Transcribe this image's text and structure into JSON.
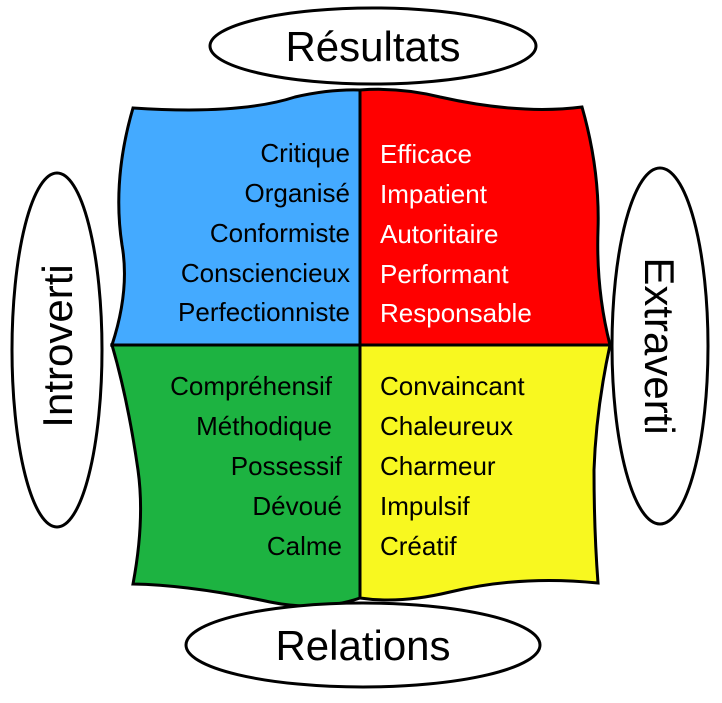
{
  "axes": {
    "top": "Résultats",
    "bottom": "Relations",
    "left": "Introverti",
    "right": "Extraverti"
  },
  "quadrants": {
    "top_left": {
      "color": "#44aaff",
      "text_color": "#000000",
      "traits": [
        "Critique",
        "Organisé",
        "Conformiste",
        "Consciencieux",
        "Perfectionniste"
      ]
    },
    "top_right": {
      "color": "#ff0000",
      "text_color": "#ffffff",
      "traits": [
        "Efficace",
        "Impatient",
        "Autoritaire",
        "Performant",
        "Responsable"
      ]
    },
    "bottom_left": {
      "color": "#1db341",
      "text_color": "#000000",
      "traits": [
        "Compréhensif",
        "Méthodique",
        "Possessif",
        "Dévoué",
        "Calme"
      ]
    },
    "bottom_right": {
      "color": "#f8f820",
      "text_color": "#000000",
      "traits": [
        "Convaincant",
        "Chaleureux",
        "Charmeur",
        "Impulsif",
        "Créatif"
      ]
    }
  }
}
